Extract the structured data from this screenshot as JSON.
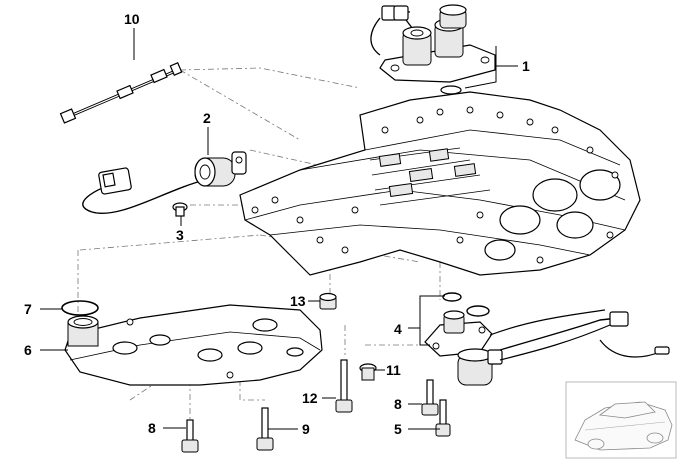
{
  "callouts": [
    {
      "id": "c1",
      "label": "1"
    },
    {
      "id": "c2",
      "label": "2"
    },
    {
      "id": "c3",
      "label": "3"
    },
    {
      "id": "c4",
      "label": "4"
    },
    {
      "id": "c5",
      "label": "5"
    },
    {
      "id": "c6",
      "label": "6"
    },
    {
      "id": "c7",
      "label": "7"
    },
    {
      "id": "c8a",
      "label": "8"
    },
    {
      "id": "c8b",
      "label": "8"
    },
    {
      "id": "c9",
      "label": "9"
    },
    {
      "id": "c10",
      "label": "10"
    },
    {
      "id": "c11",
      "label": "11"
    },
    {
      "id": "c12",
      "label": "12"
    },
    {
      "id": "c13",
      "label": "13"
    }
  ],
  "thumbnail": {
    "icon": "car-thumbnail-icon"
  },
  "colors": {
    "line": "#000000",
    "background": "#ffffff",
    "dash": "#777777"
  }
}
